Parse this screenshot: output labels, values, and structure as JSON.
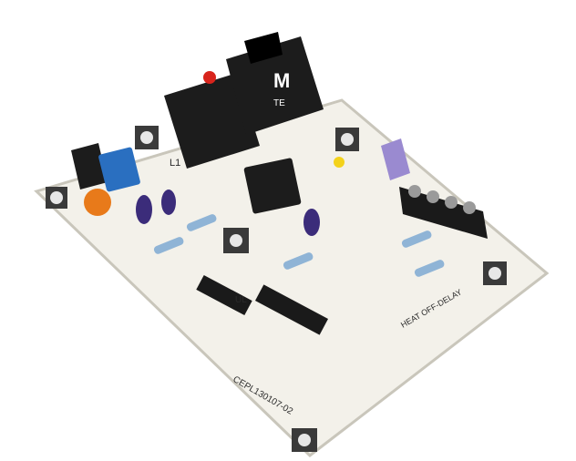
{
  "photo": {
    "subject": "circuit-board",
    "colors": {
      "board": "#f3f1ea",
      "board_edge": "#c9c6bb",
      "silkscreen": "#2a2a2a",
      "relay_black": "#1c1c1c",
      "relay_blue": "#2a6fc0",
      "cap_purple": "#3b2c7a",
      "resistor_body": "#8fb4d6",
      "terminal_black": "#1a1a1a",
      "fuse_purple": "#9a8ad0",
      "led_red": "#d8241c",
      "led_yellow": "#f3d21b",
      "capacitor_orange": "#e87a1a"
    },
    "markings": {
      "relay_letter": "M",
      "relay_brand": "TE",
      "board_label_left": "CEPL130107-02",
      "board_label_right": "HEAT OFF-DELAY",
      "corner_label": "L1",
      "ul_mark": "UL"
    }
  }
}
